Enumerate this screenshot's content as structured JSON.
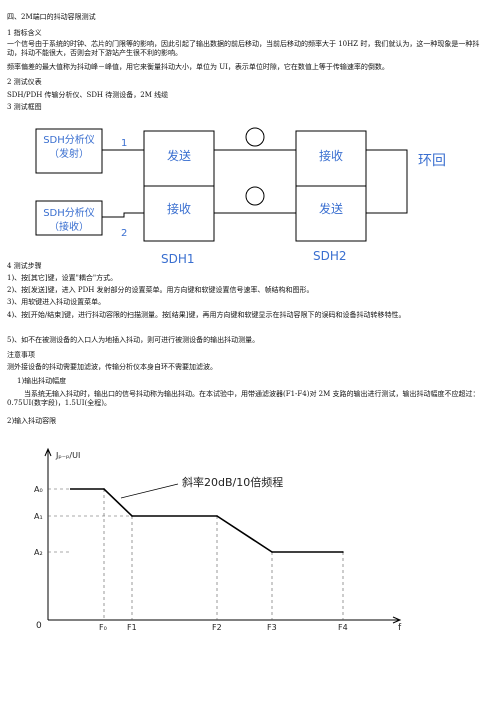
{
  "doc": {
    "title": "四、2M端口的抖动容限测试",
    "s1_heading": "1  指标含义",
    "s1_p1": "一个信号由于系统的时钟、芯片的门限等的影响，因此引起了输出数据的前后移动，当前后移动的频率大于  10HZ 时，我们就认为，这一种现象是一种抖动，抖动不能很大，否则会对下游站产生很不利的影响。",
    "s1_p2": "频率偏差的最大值称为抖动峰－峰值，用它来衡量抖动大小，单位为 UI，表示单位时隙，它在数值上等于传输速率的倒数。",
    "s2_heading": "2  测试仪表",
    "s2_body": "SDH/PDH 传输分析仪、SDH 待测设备，2M 线缆",
    "s3_heading": "3  测试框图",
    "s4_heading": "4  测试步骤",
    "steps": [
      "1)、按[其它]键，设置\"耦合\"方式。",
      "2)、按[发送]键，进入 PDH 发射部分的设置菜单。用方向键和软键设置信号速率、帧结构和图形。",
      "3)、用软键进入抖动设置菜单。",
      "4)、按[开始/结束]键，进行抖动容限的扫描测量。按[结果]键，再用方向键和软键显示在抖动容限下的误码和设备抖动转移特性。",
      "5)、如不在被测设备的入口人为地插入抖动，则可进行被测设备的输出抖动测量。"
    ],
    "notes_heading": "注意事项",
    "notes_body": "测外接设备的抖动需要加滤波，传输分析仪本身自环不需要加滤波。",
    "sub1_heading": "1)输出抖动幅度",
    "sub1_body": "当系统无输入抖动时，输出口的信号抖动称为输出抖动。在本试验中，用带通滤波器(F1-F4)对 2M 支路的输出进行测试，输出抖动幅度不应超过：0.75UI(数字段)，1.5UI(全程)。",
    "sub2_heading": "2)输入抖动容限"
  },
  "diagram": {
    "tx_analyzer": [
      "SDH分析仪",
      "（发射）"
    ],
    "rx_analyzer": [
      "SDH分析仪",
      "（接收）"
    ],
    "label_1": "1",
    "label_2": "2",
    "sdh1_send": "发送",
    "sdh1_recv": "接收",
    "sdh2_recv": "接收",
    "sdh2_send": "发送",
    "sdh1_label": "SDH1",
    "sdh2_label": "SDH2",
    "loopback": "环回",
    "colors": {
      "box_text": "#3a6fd0"
    }
  },
  "chart_data": {
    "type": "line",
    "ylabel": "Jₚ₋ₚ/UI",
    "xlabel": "f",
    "origin_label": "0",
    "y_ticks": [
      "A₀",
      "A₁",
      "A₂"
    ],
    "x_ticks": [
      "F₀",
      "F1",
      "F2",
      "F3",
      "F4"
    ],
    "annotation": "斜率20dB/10倍频程",
    "series": [
      {
        "points": [
          [
            "F₀",
            "A₀"
          ],
          [
            "F1",
            "A₁"
          ],
          [
            "F2",
            "A₁"
          ],
          [
            "F3",
            "A₂"
          ],
          [
            "F4",
            "A₂"
          ]
        ]
      }
    ]
  }
}
